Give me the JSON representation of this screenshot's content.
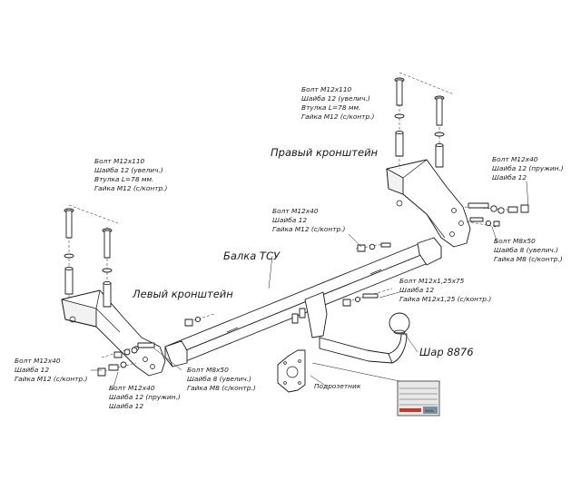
{
  "labels": {
    "right_bracket": "Правый кронштейн",
    "left_bracket": "Левый кронштейн",
    "beam": "Балка ТСУ",
    "ball": "Шар 8876",
    "socket_plate": "Подрозетник",
    "top_right_fasteners": [
      "Болт М12х110",
      "Шайба 12 (увелич.)",
      "Втулка L=78 мм.",
      "Гайка М12 (с/контр.)"
    ],
    "top_left_fasteners": [
      "Болт М12х110",
      "Шайба 12 (увелич.)",
      "Втулка L=78 мм.",
      "Гайка М12 (с/контр.)"
    ],
    "right_side_bolt_m12x40": [
      "Болт М12х40",
      "Шайба 12 (пружин.)",
      "Шайба 12"
    ],
    "right_side_bolt_m8x50": [
      "Болт М8х50",
      "Шайба 8 (увелич.)",
      "Гайка М8 (с/контр.)"
    ],
    "beam_bolt_m12x40": [
      "Болт М12х40",
      "Шайба 12",
      "Гайка М12 (с/контр.)"
    ],
    "ball_bolt": [
      "Болт М12х1,25х75",
      "Шайба 12",
      "Гайка М12х1,25 (с/контр.)"
    ],
    "left_bottom_bolt_m12x40_a": [
      "Болт М12х40",
      "Шайба 12",
      "Гайка М12 (с/контр.)"
    ],
    "left_bottom_bolt_m12x40_b": [
      "Болт М12х40",
      "Шайба 12 (пружин.)",
      "Шайба 12"
    ],
    "left_bottom_bolt_m8x50": [
      "Болт М8х50",
      "Шайба 8 (увелич.)",
      "Гайка М8 (с/контр.)"
    ]
  },
  "plate": {
    "brand_text": "BOSAL"
  }
}
